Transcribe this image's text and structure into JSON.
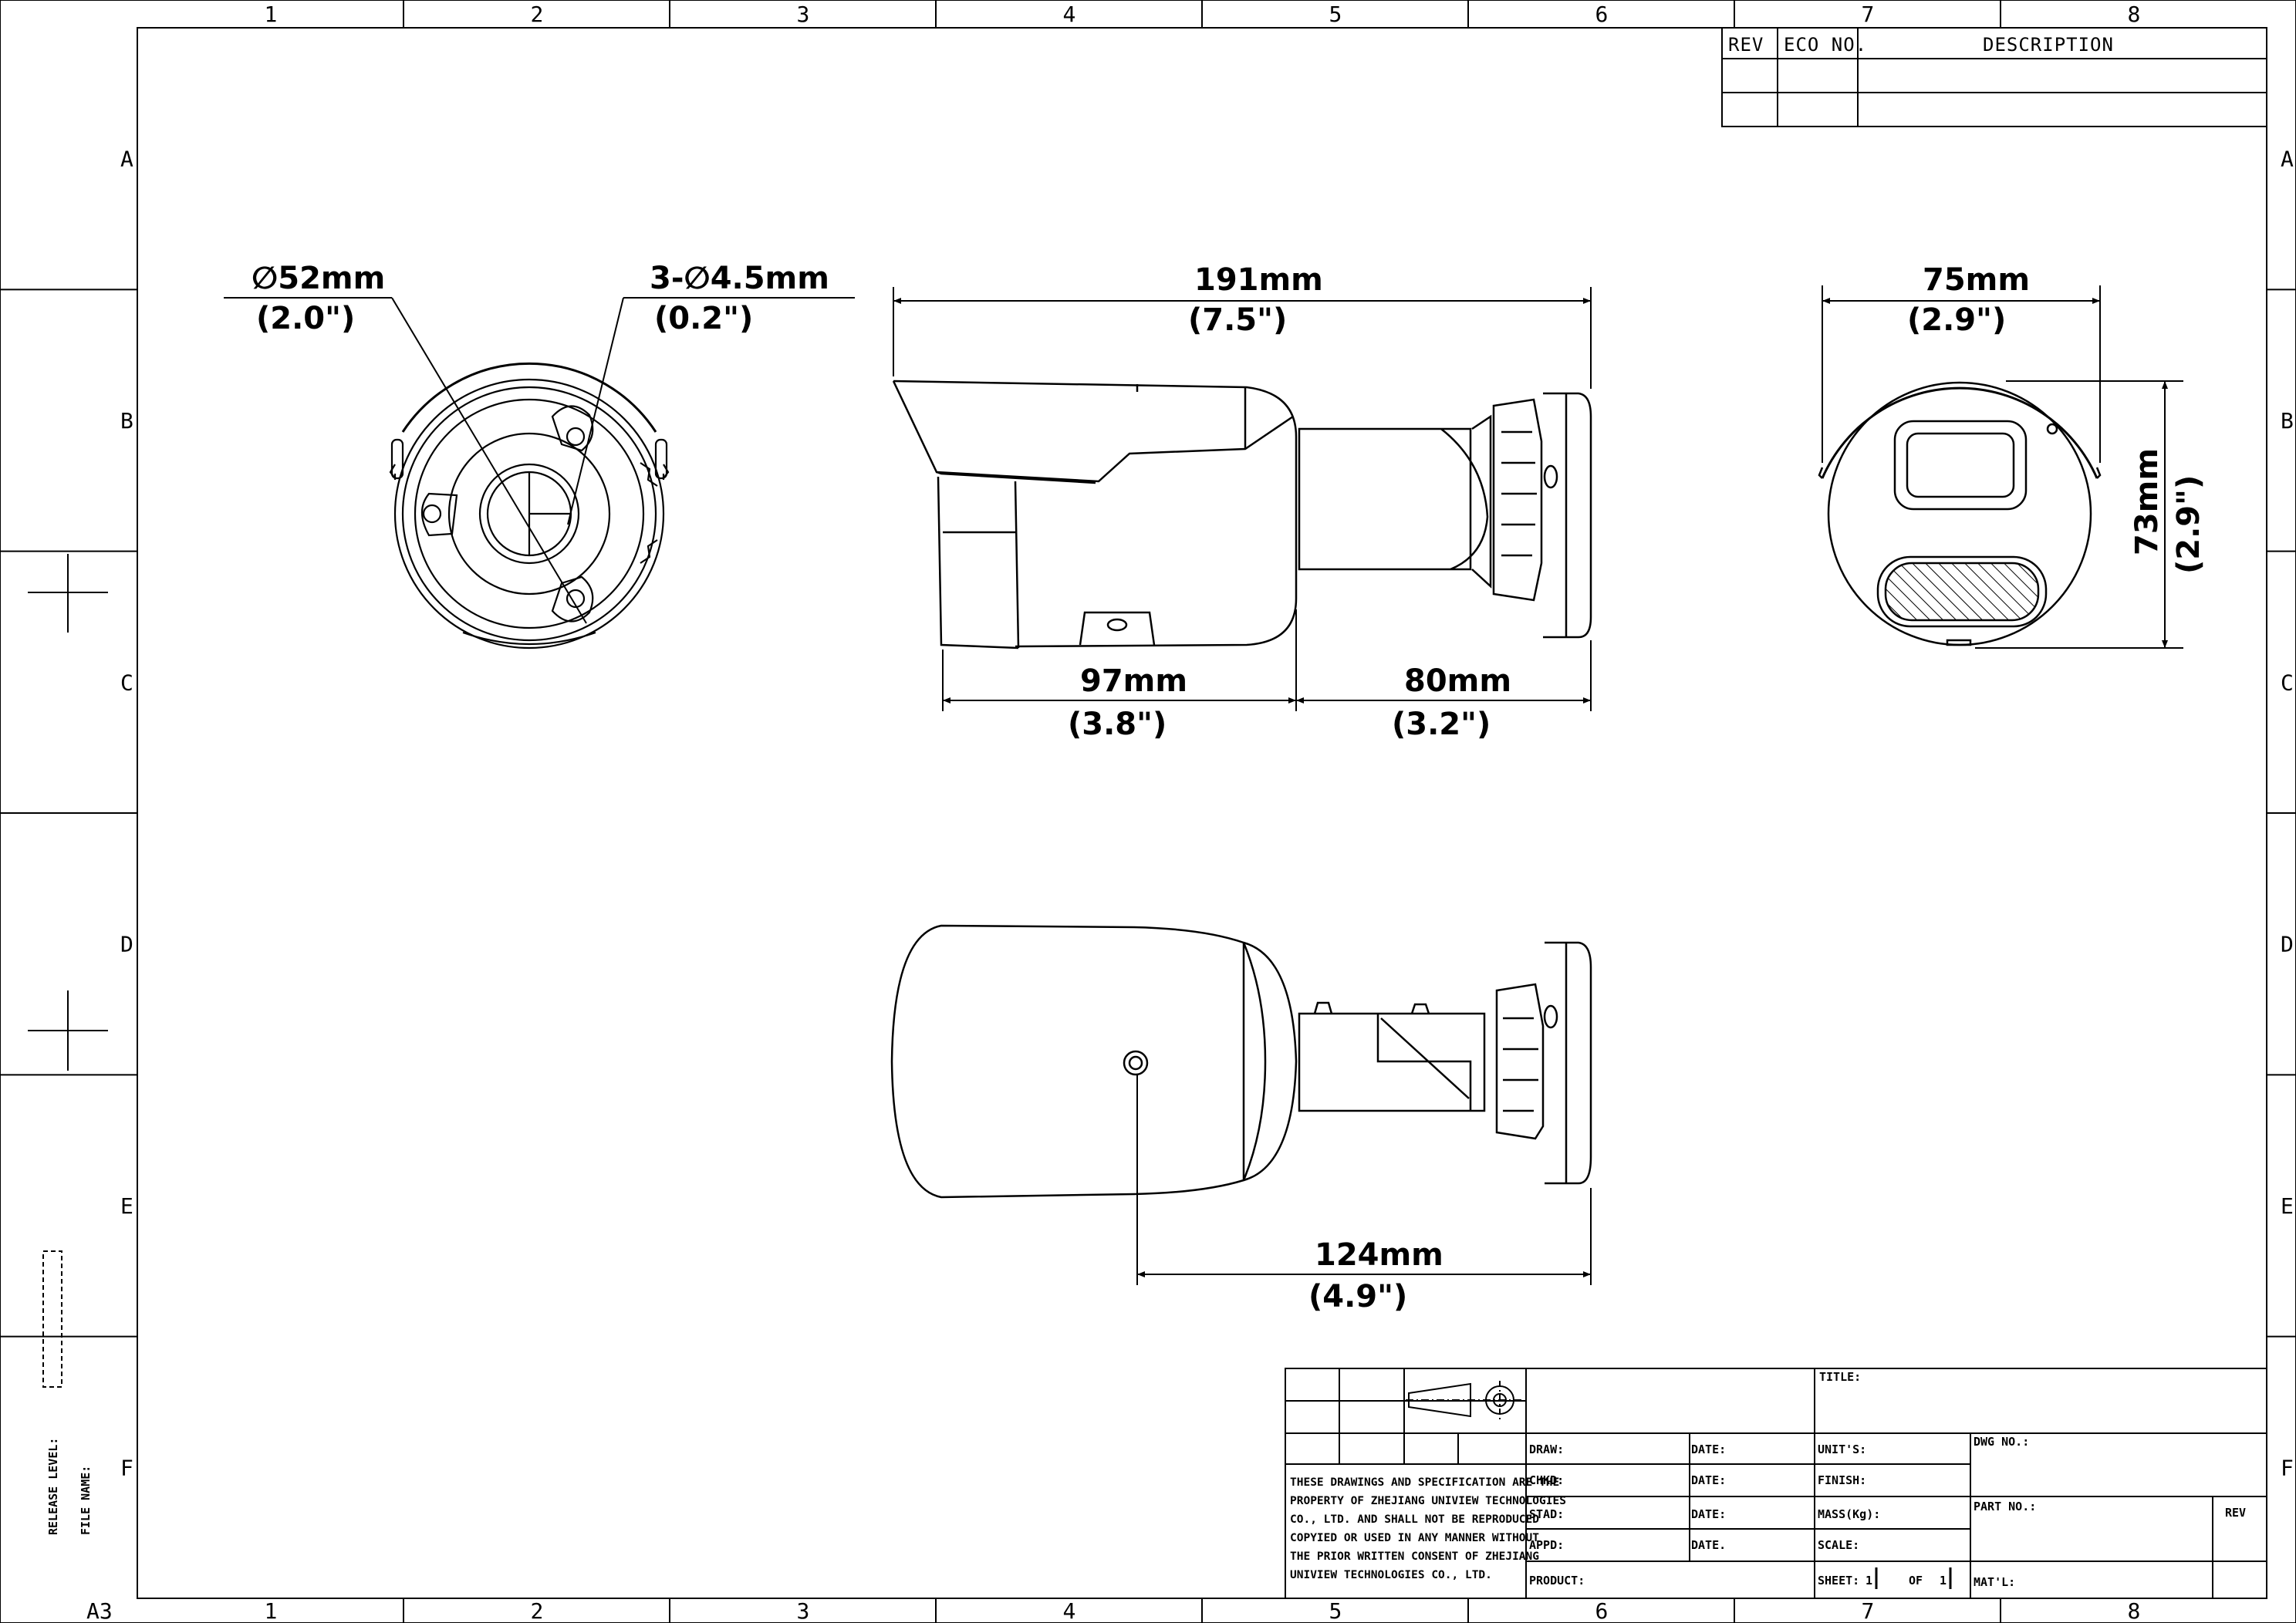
{
  "grid": {
    "columns": [
      "1",
      "2",
      "3",
      "4",
      "5",
      "6",
      "7",
      "8"
    ],
    "rows": [
      "A",
      "B",
      "C",
      "D",
      "E",
      "F"
    ]
  },
  "sheet_size": "A3",
  "side_labels": {
    "release_level": "RELEASE LEVEL:",
    "file_name": "FILE NAME:"
  },
  "revision_block": {
    "rev": "REV",
    "eco_no": "ECO NO.",
    "description": "DESCRIPTION"
  },
  "dimensions": {
    "diameter_52": {
      "mm": "∅52mm",
      "inch": "(2.0\")"
    },
    "holes": {
      "mm": "3-∅4.5mm",
      "inch": "(0.2\")"
    },
    "length_191": {
      "mm": "191mm",
      "inch": "(7.5\")"
    },
    "body_97": {
      "mm": "97mm",
      "inch": "(3.8\")"
    },
    "mount_80": {
      "mm": "80mm",
      "inch": "(3.2\")"
    },
    "width_75": {
      "mm": "75mm",
      "inch": "(2.9\")"
    },
    "height_73": {
      "mm": "73mm",
      "inch": "(2.9\")"
    },
    "screw_124": {
      "mm": "124mm",
      "inch": "(4.9\")"
    }
  },
  "title_block": {
    "title": "TITLE:",
    "draw": "DRAW:",
    "chkd": "CHKD:",
    "stad": "STAD:",
    "appd": "APPD:",
    "date": "DATE:",
    "date_last": "DATE.",
    "units": "UNIT'S:",
    "finish": "FINISH:",
    "mass": "MASS(Kg):",
    "scale": "SCALE:",
    "sheet": "SHEET:",
    "sheet_num": "1",
    "of": "OF",
    "sheet_total": "1",
    "dwg_no": "DWG NO.:",
    "part_no": "PART NO.:",
    "rev": "REV",
    "product": "PRODUCT:",
    "matl": "MAT'L:",
    "notice": [
      "THESE DRAWINGS AND SPECIFICATION ARE THE",
      "PROPERTY OF ZHEJIANG UNIVIEW TECHNOLOGIES",
      "CO., LTD. AND SHALL NOT BE REPRODUCED",
      "COPYIED OR USED IN ANY MANNER WITHOUT",
      "THE PRIOR WRITTEN CONSENT OF ZHEJIANG",
      "UNIVIEW TECHNOLOGIES CO., LTD."
    ]
  }
}
